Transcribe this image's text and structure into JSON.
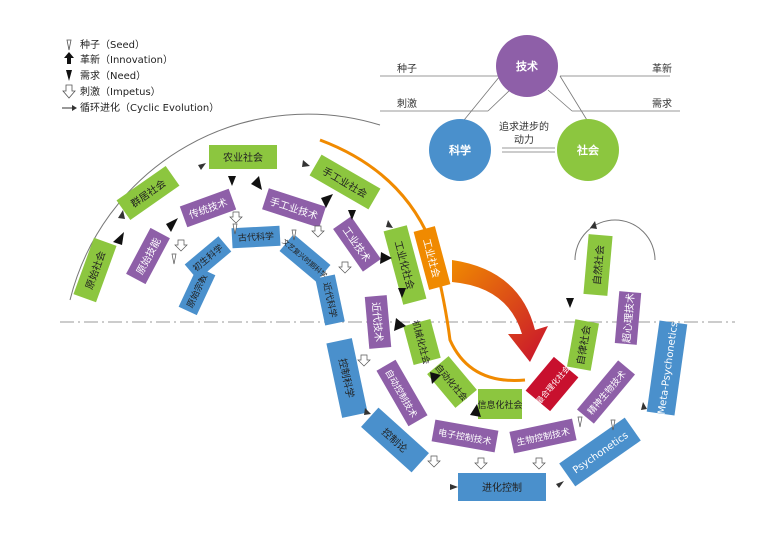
{
  "legend": {
    "items": [
      {
        "icon": "seed-arrow-icon",
        "label": "种子（Seed）"
      },
      {
        "icon": "innovation-arrow-icon",
        "label": "革新（Innovation）"
      },
      {
        "icon": "need-arrow-icon",
        "label": "需求（Need）"
      },
      {
        "icon": "impetus-arrow-icon",
        "label": "刺激（Impetus）"
      },
      {
        "icon": "cyclic-evolution-arrow-icon",
        "label": "循环进化（Cyclic Evolution）"
      }
    ]
  },
  "triangle": {
    "technology": "技术",
    "science": "科学",
    "society": "社会",
    "seed": "种子",
    "impetus": "刺激",
    "innovation": "革新",
    "need": "需求",
    "center_line1": "追求进步的",
    "center_line2": "动力"
  },
  "society_ring": [
    "原始社会",
    "群居社会",
    "农业社会",
    "手工业社会",
    "工业化社会",
    "机械化社会",
    "自动化社会",
    "信息化社会",
    "最合理化社会",
    "自律社会",
    "自然社会"
  ],
  "industrial_society_label": "工业社会",
  "technology_ring": [
    "原始技能",
    "传统技术",
    "手工业技术",
    "工业技术",
    "近代技术",
    "自动控制技术",
    "电子控制技术",
    "生物控制技术",
    "精神生物技术",
    "超心理技术"
  ],
  "science_ring": [
    "原始宗教",
    "初生科学",
    "古代科学",
    "文艺复兴时期科学",
    "近代科学",
    "控制科学",
    "控制论",
    "进化控制",
    "Psychonetics",
    "Meta-Psychonetics"
  ],
  "colors": {
    "society": "#8cc63f",
    "technology": "#8e5fa8",
    "science": "#4a90cc",
    "industrial": "#f08a00",
    "optimal": "#c8102e"
  }
}
